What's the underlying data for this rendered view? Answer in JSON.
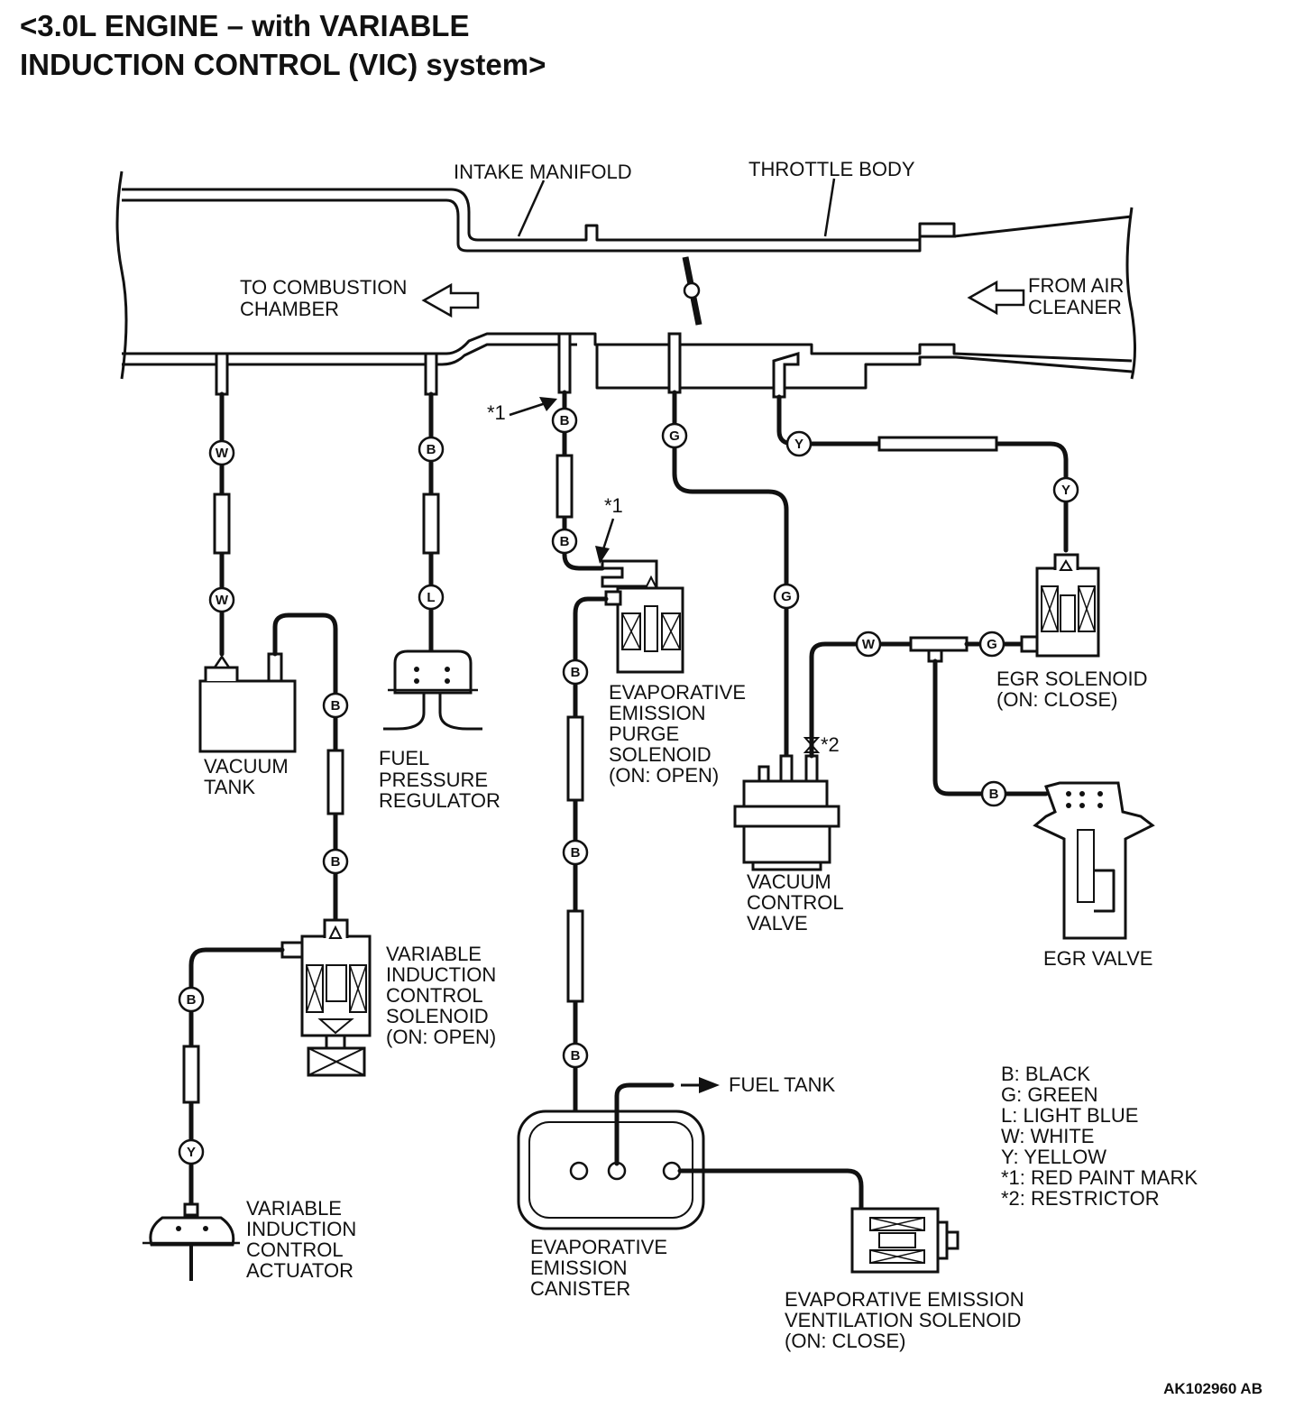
{
  "title": {
    "line1": "<3.0L ENGINE – with VARIABLE",
    "line2": "INDUCTION CONTROL (VIC) system>"
  },
  "labels": {
    "intake_manifold": "INTAKE MANIFOLD",
    "throttle_body": "THROTTLE BODY",
    "to_combustion": [
      "TO COMBUSTION",
      "CHAMBER"
    ],
    "from_air": [
      "FROM AIR",
      "CLEANER"
    ],
    "vacuum_tank": [
      "VACUUM",
      "TANK"
    ],
    "fuel_pressure_regulator": [
      "FUEL",
      "PRESSURE",
      "REGULATOR"
    ],
    "purge_solenoid": [
      "EVAPORATIVE",
      "EMISSION",
      "PURGE",
      "SOLENOID",
      "(ON: OPEN)"
    ],
    "vacuum_control_valve": [
      "VACUUM",
      "CONTROL",
      "VALVE"
    ],
    "egr_solenoid": [
      "EGR SOLENOID",
      "(ON: CLOSE)"
    ],
    "egr_valve": "EGR VALVE",
    "vic_solenoid": [
      "VARIABLE",
      "INDUCTION",
      "CONTROL",
      "SOLENOID",
      "(ON: OPEN)"
    ],
    "vic_actuator": [
      "VARIABLE",
      "INDUCTION",
      "CONTROL",
      "ACTUATOR"
    ],
    "canister": [
      "EVAPORATIVE",
      "EMISSION",
      "CANISTER"
    ],
    "fuel_tank": "FUEL TANK",
    "ventilation_solenoid": [
      "EVAPORATIVE EMISSION",
      "VENTILATION SOLENOID",
      "(ON: CLOSE)"
    ],
    "mark1_a": "*1",
    "mark1_b": "*1",
    "mark2": "*2"
  },
  "legend": [
    "B: BLACK",
    "G: GREEN",
    "L: LIGHT BLUE",
    "W: WHITE",
    "Y: YELLOW",
    "*1: RED PAINT MARK",
    "*2: RESTRICTOR"
  ],
  "hose_tags": {
    "W": "W",
    "B": "B",
    "G": "G",
    "L": "L",
    "Y": "Y"
  },
  "figure_code": "AK102960 AB"
}
